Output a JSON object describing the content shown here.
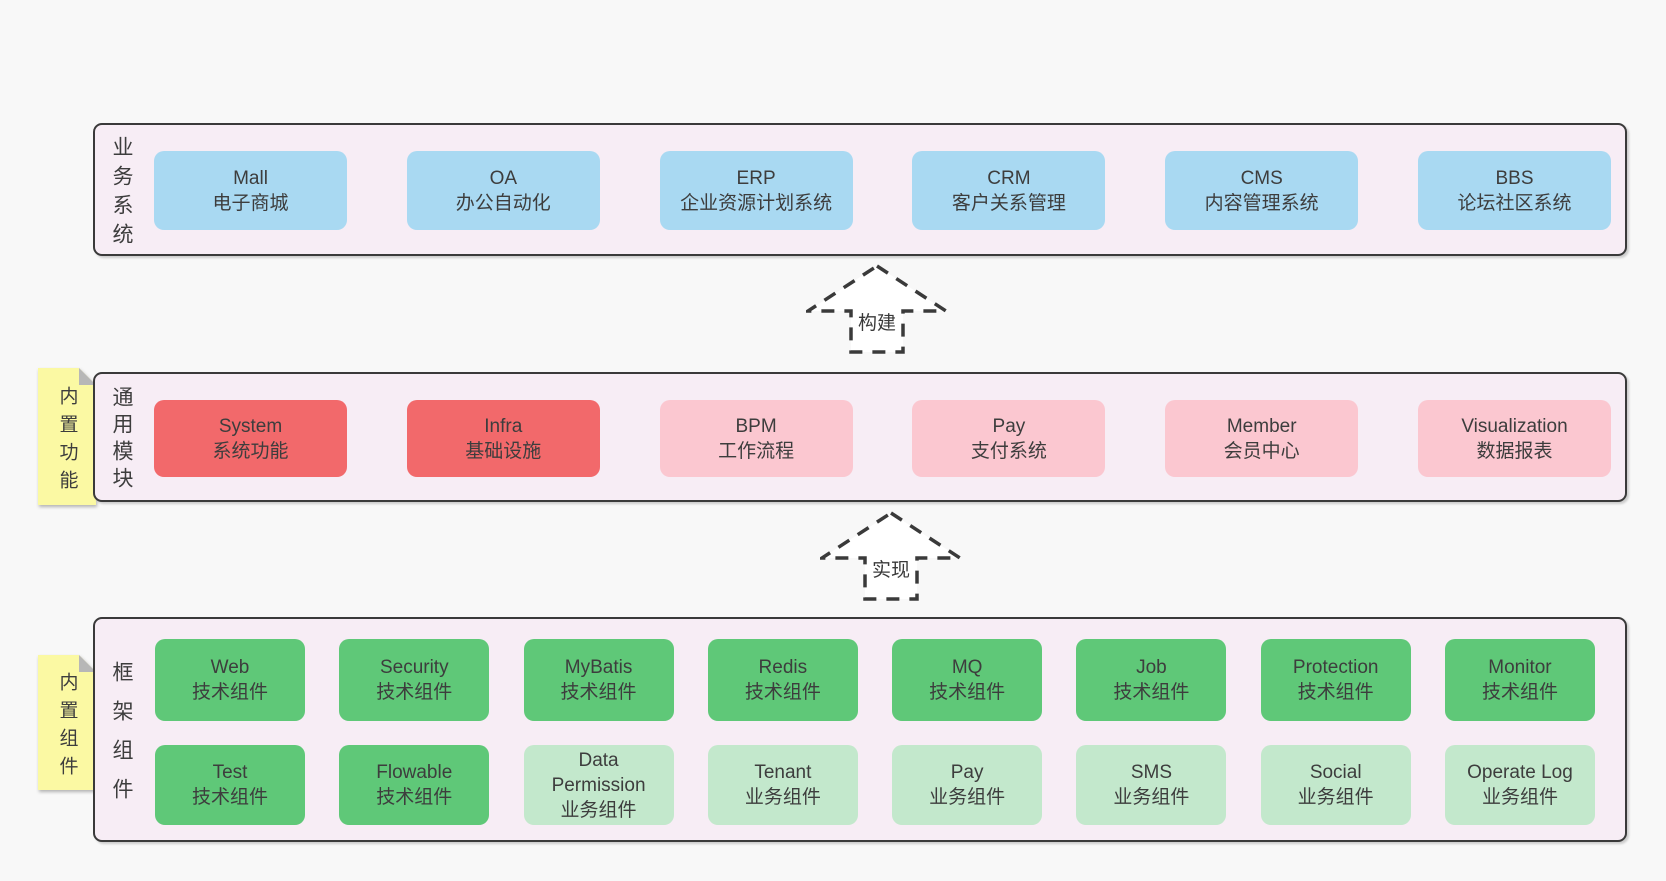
{
  "page": {
    "background": "#f8f8f8"
  },
  "colors": {
    "band_background": "#f7edf5",
    "band_border": "#3a3a3a",
    "blue_node": "#a9d9f2",
    "red_node": "#f2696b",
    "pink_node": "#fbc7d0",
    "green_node": "#5fc878",
    "light_green_node": "#c3e8cc",
    "sticky_note": "#fbf9a3",
    "sticky_fold": "#b7b7b7",
    "text": "#3d3d3d"
  },
  "arrows": [
    {
      "label": "构建"
    },
    {
      "label": "实现"
    }
  ],
  "bands": [
    {
      "label": "业务系统",
      "boxes": [
        {
          "en": "Mall",
          "zh": "电子商城"
        },
        {
          "en": "OA",
          "zh": "办公自动化"
        },
        {
          "en": "ERP",
          "zh": "企业资源计划系统"
        },
        {
          "en": "CRM",
          "zh": "客户关系管理"
        },
        {
          "en": "CMS",
          "zh": "内容管理系统"
        },
        {
          "en": "BBS",
          "zh": "论坛社区系统"
        }
      ]
    },
    {
      "label": "通用模块",
      "sticky": "内置功能",
      "boxes": [
        {
          "en": "System",
          "zh": "系统功能"
        },
        {
          "en": "Infra",
          "zh": "基础设施"
        },
        {
          "en": "BPM",
          "zh": "工作流程"
        },
        {
          "en": "Pay",
          "zh": "支付系统"
        },
        {
          "en": "Member",
          "zh": "会员中心"
        },
        {
          "en": "Visualization",
          "zh": "数据报表"
        }
      ]
    },
    {
      "label": "框架组件",
      "sticky": "内置组件",
      "rows": [
        [
          {
            "en": "Web",
            "zh": "技术组件"
          },
          {
            "en": "Security",
            "zh": "技术组件"
          },
          {
            "en": "MyBatis",
            "zh": "技术组件"
          },
          {
            "en": "Redis",
            "zh": "技术组件"
          },
          {
            "en": "MQ",
            "zh": "技术组件"
          },
          {
            "en": "Job",
            "zh": "技术组件"
          },
          {
            "en": "Protection",
            "zh": "技术组件"
          },
          {
            "en": "Monitor",
            "zh": "技术组件"
          }
        ],
        [
          {
            "en": "Test",
            "zh": "技术组件"
          },
          {
            "en": "Flowable",
            "zh": "技术组件"
          },
          {
            "en": "Data Permission",
            "zh": "业务组件"
          },
          {
            "en": "Tenant",
            "zh": "业务组件"
          },
          {
            "en": "Pay",
            "zh": "业务组件"
          },
          {
            "en": "SMS",
            "zh": "业务组件"
          },
          {
            "en": "Social",
            "zh": "业务组件"
          },
          {
            "en": "Operate Log",
            "zh": "业务组件"
          }
        ]
      ]
    }
  ]
}
